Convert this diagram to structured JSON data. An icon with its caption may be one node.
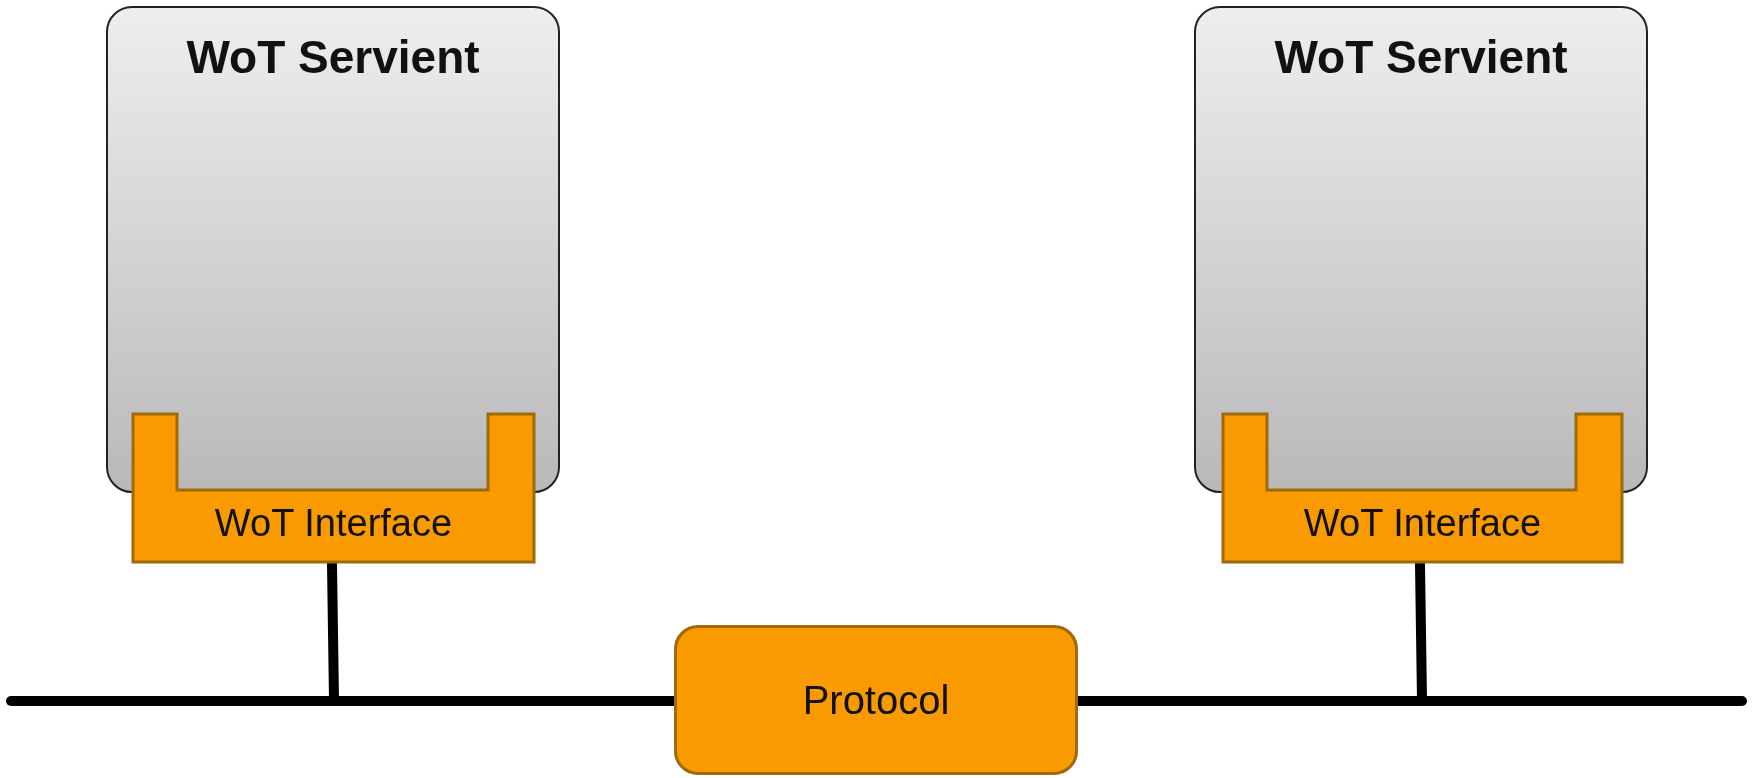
{
  "diagram": {
    "nodes": [
      {
        "text": [
          "WoT Servient"
        ]
      },
      {
        "text": [
          "WoT Interface"
        ]
      },
      {
        "text": [
          "WoT Servient"
        ]
      },
      {
        "text": [
          "WoT Interface"
        ]
      },
      {
        "text": [
          "Protocol"
        ]
      }
    ],
    "edges": [
      {
        "from": 1,
        "to": 4,
        "arrow": "none"
      },
      {
        "from": 3,
        "to": 4,
        "arrow": "none"
      },
      {
        "from": null,
        "to": 4,
        "arrow": "none"
      },
      {
        "from": 4,
        "to": null,
        "arrow": "none"
      }
    ]
  }
}
